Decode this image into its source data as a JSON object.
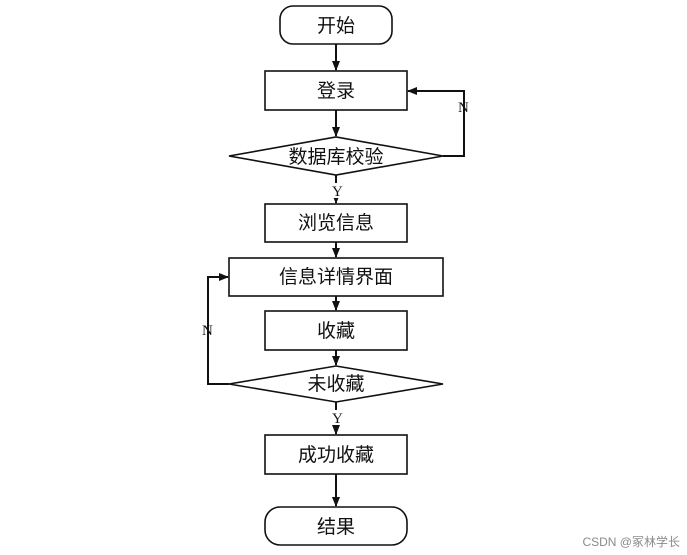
{
  "nodes": {
    "start": "开始",
    "login": "登录",
    "db_check": "数据库校验",
    "browse": "浏览信息",
    "detail": "信息详情界面",
    "collect": "收藏",
    "not_collected": "未收藏",
    "success": "成功收藏",
    "end": "结果"
  },
  "edges": {
    "db_yes": "Y",
    "db_no": "N",
    "collect_yes": "Y",
    "collect_no": "N"
  },
  "watermark": "CSDN @冢林学长"
}
